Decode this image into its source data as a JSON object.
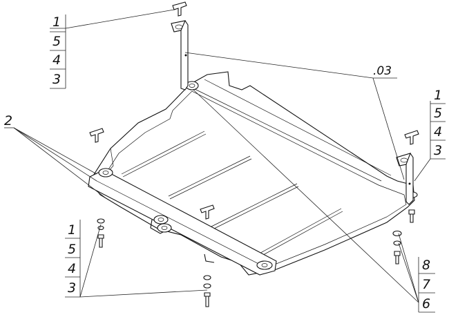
{
  "callouts": {
    "top_stack": [
      "1",
      "5",
      "4",
      "3"
    ],
    "right_stack": [
      "1",
      "5",
      "4",
      "3"
    ],
    "bottom_left_stack": [
      "1",
      "5",
      "4",
      "3"
    ],
    "bottom_right_stack": [
      "8",
      "7",
      "6"
    ],
    "label_2": "2",
    "label_03": ".03"
  }
}
